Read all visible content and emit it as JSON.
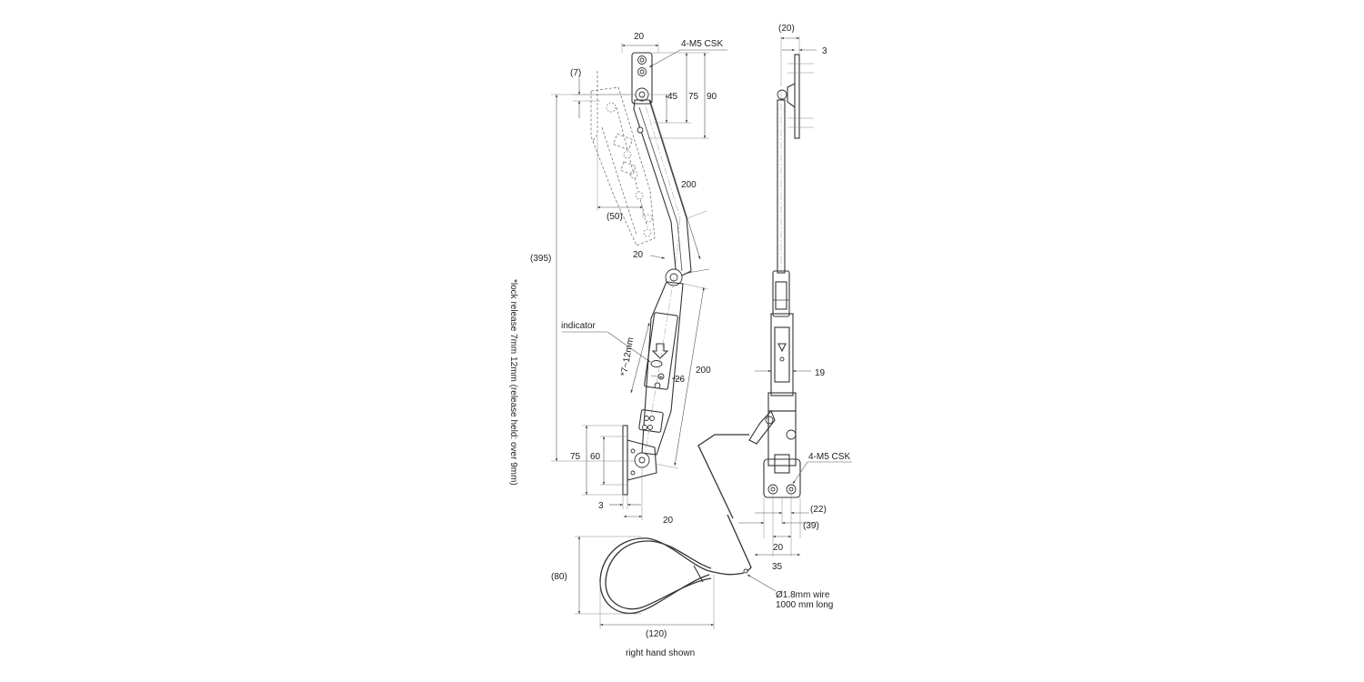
{
  "labels": {
    "d_20_top": "20",
    "screw_top": "4-M5 CSK",
    "d_7": "(7)",
    "d_45": "45",
    "d_75_top": "75",
    "d_90": "90",
    "d_200_upper": "200",
    "d_50": "(50)",
    "d_20_mid": "20",
    "d_395": "(395)",
    "indicator": "indicator",
    "d_7_12": "*7~12mm",
    "d_26": "26",
    "d_200_lower": "200",
    "d_75_bottom": "75",
    "d_60": "60",
    "d_3_bottom": "3",
    "d_20_bottom": "20",
    "lock_note": "*lock release 7mm   12mm (release held: over 9mm)",
    "d_20_side": "(20)",
    "d_3_side": "3",
    "d_19": "19",
    "screw_side": "4-M5 CSK",
    "d_22": "(22)",
    "d_39": "(39)",
    "d_20_base": "20",
    "d_35": "35",
    "wire_spec": "Ø1.8mm wire",
    "wire_length": "1000 mm long",
    "d_80": "(80)",
    "d_120": "(120)",
    "caption": "right hand shown"
  }
}
